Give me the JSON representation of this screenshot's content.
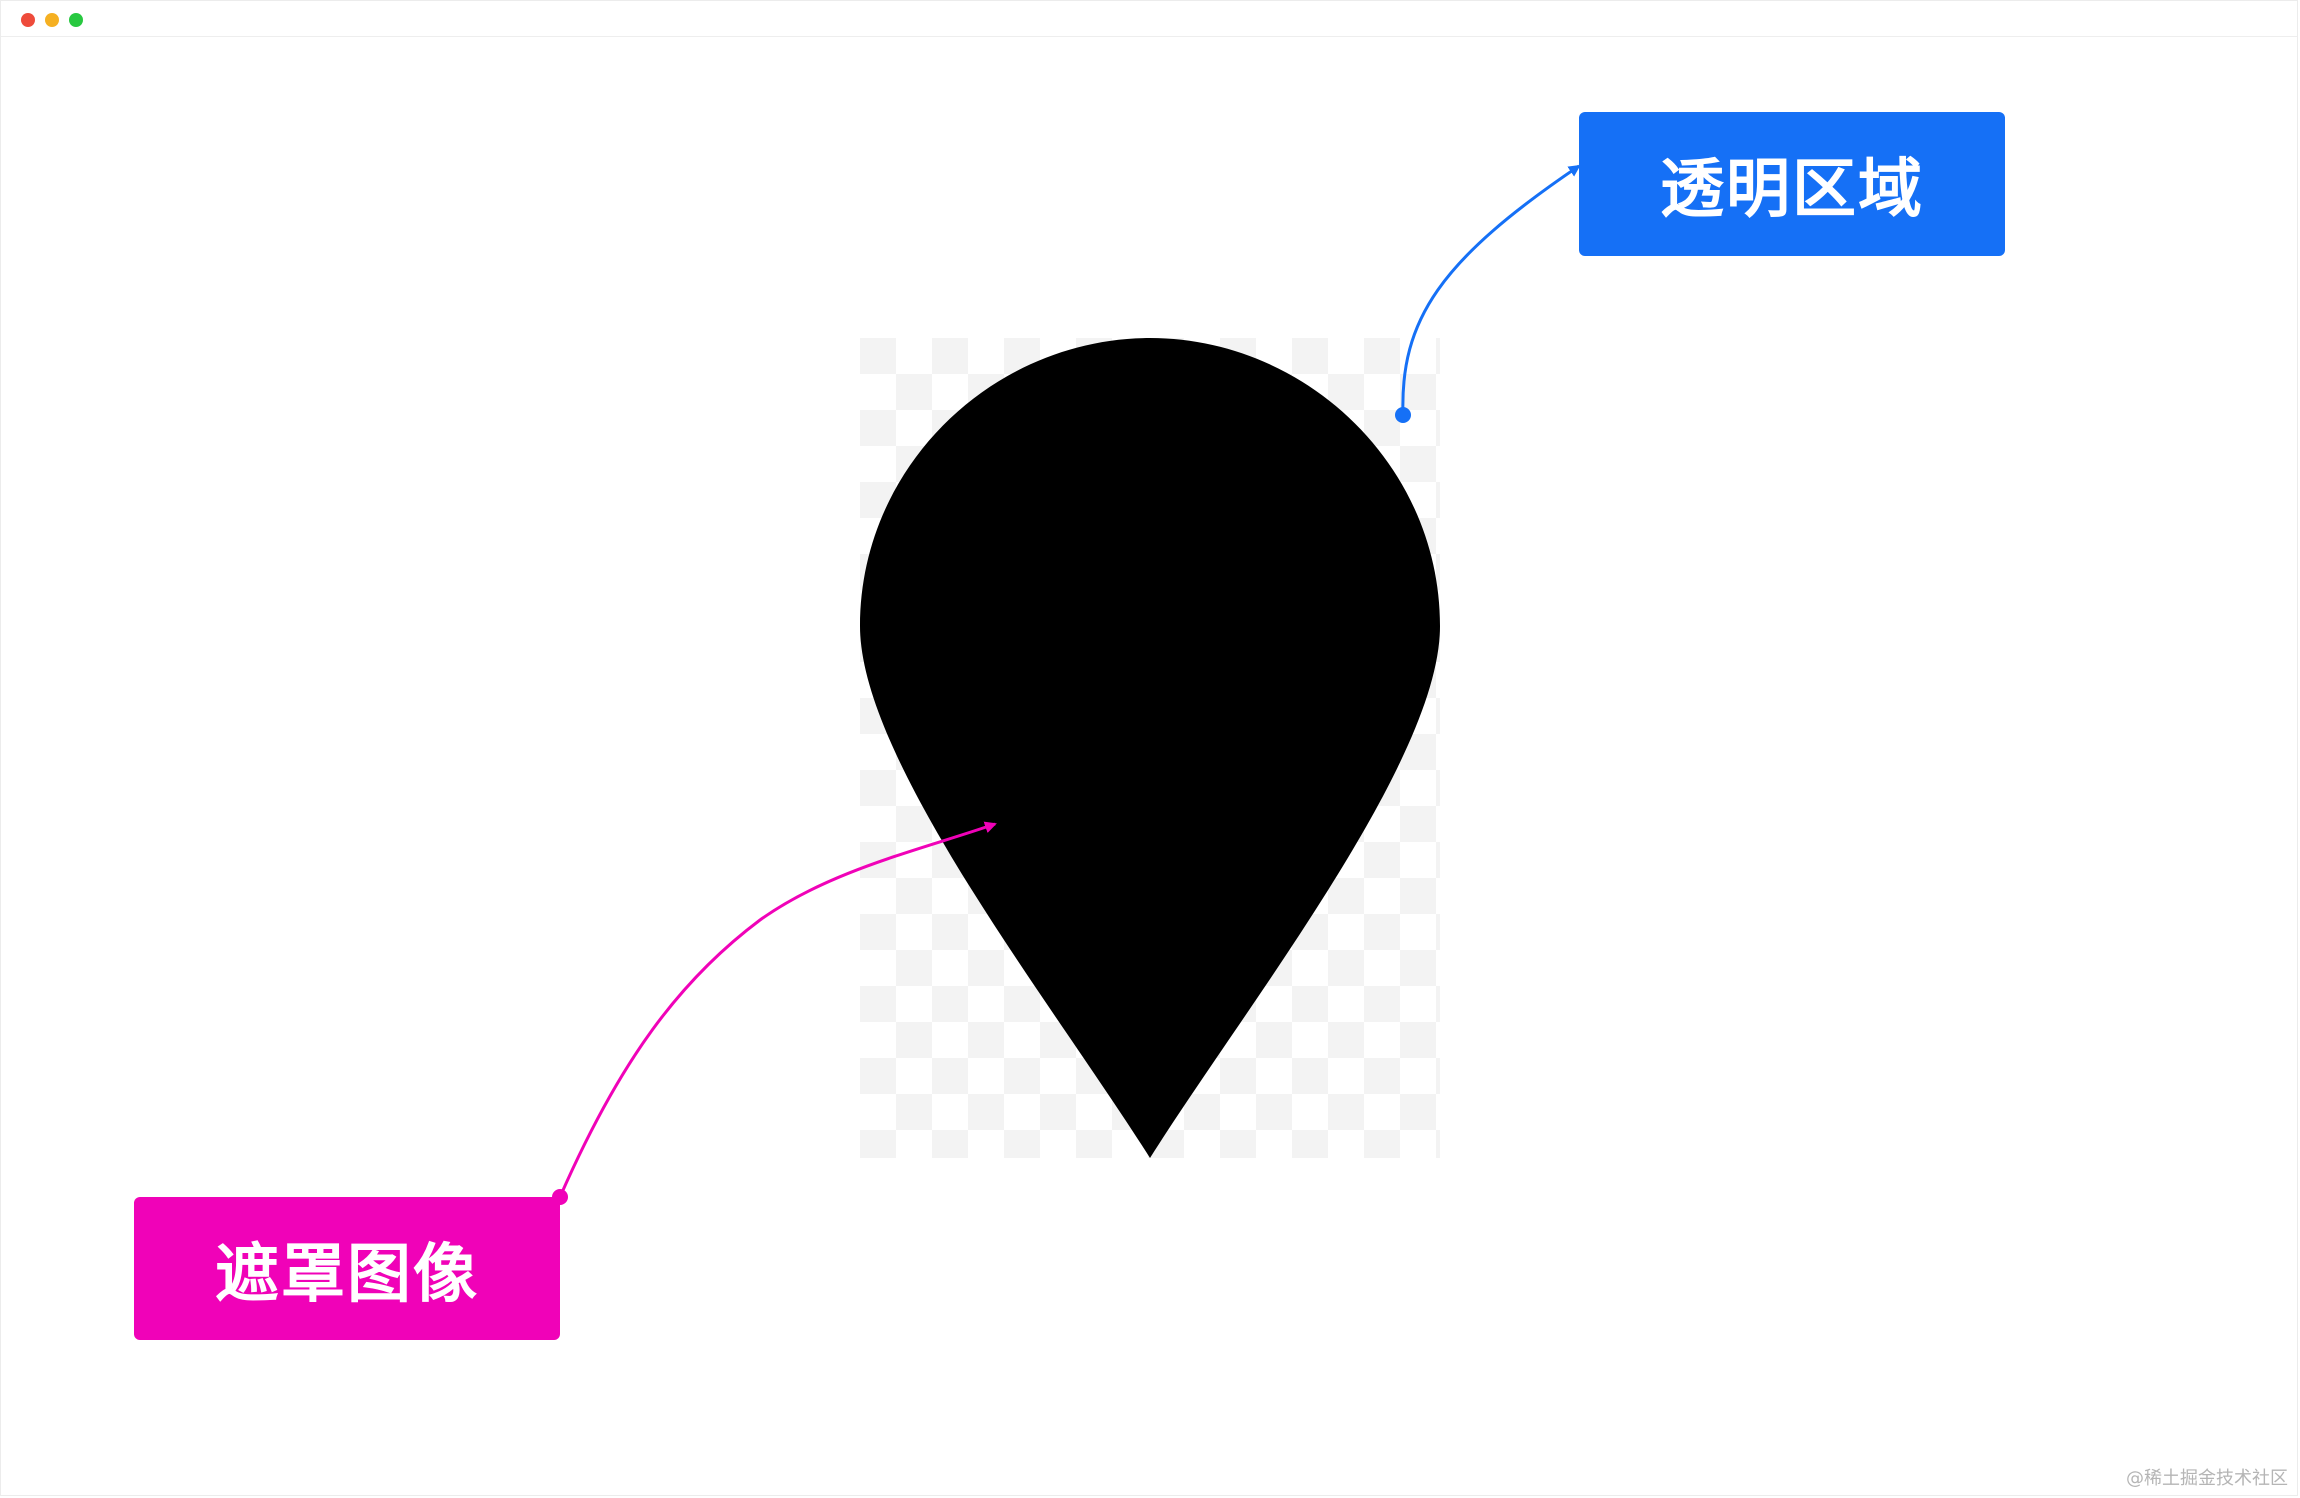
{
  "window": {
    "traffic_lights": [
      {
        "name": "close",
        "color": "#ee4b3b"
      },
      {
        "name": "minimize",
        "color": "#f5b022"
      },
      {
        "name": "maximize",
        "color": "#28c840"
      }
    ]
  },
  "diagram": {
    "mask_shape": {
      "icon": "location-pin-icon",
      "color": "#000000"
    },
    "checkerboard": {
      "light": "#ffffff",
      "dark": "#f3f3f3"
    },
    "callouts": {
      "transparent_area": {
        "label": "透明区域",
        "color": "#1570f6"
      },
      "mask_image": {
        "label": "遮罩图像",
        "color": "#f002b8"
      }
    }
  },
  "watermark": "@稀土掘金技术社区"
}
